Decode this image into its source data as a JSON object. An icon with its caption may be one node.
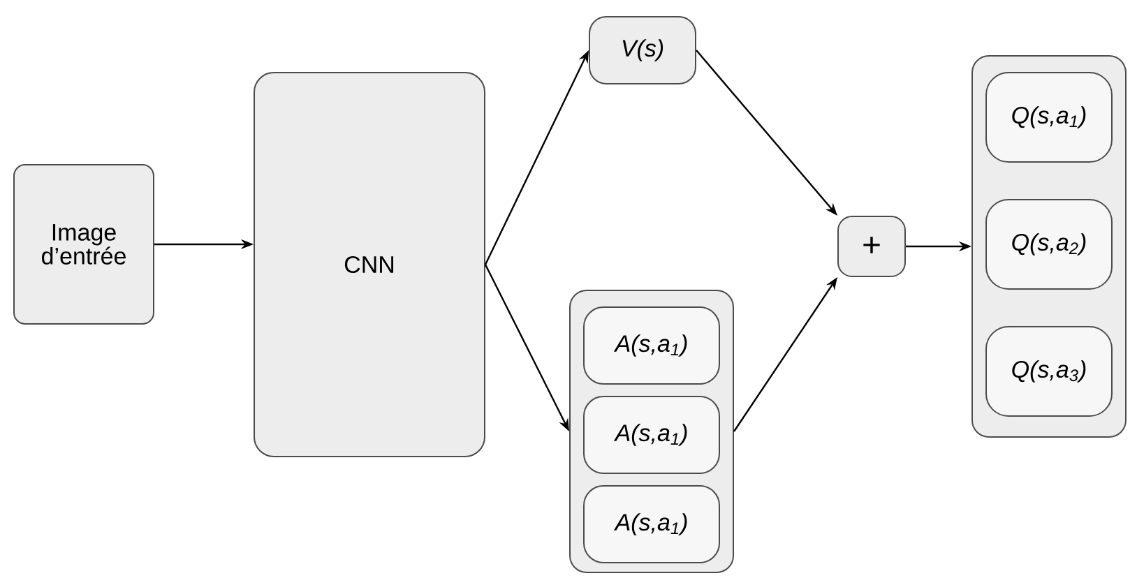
{
  "diagram": {
    "nodes": [
      {
        "text": [
          "Image d’entrée"
        ]
      },
      {
        "text": [
          "CNN"
        ]
      },
      {
        "text": [
          "V(s)"
        ]
      },
      {
        "text": [],
        "shape": "box"
      },
      {
        "text": [
          "A(s,a$_{1}$)"
        ],
        "in": 3
      },
      {
        "text": [
          "A(s,a$_{1}$)"
        ],
        "in": 3
      },
      {
        "text": [
          "A(s,a$_{1}$)"
        ],
        "in": 3
      },
      {
        "text": [
          "+"
        ]
      },
      {
        "text": [],
        "shape": "box"
      },
      {
        "text": [
          "Q(s,a$_{1}$)"
        ],
        "in": 8
      },
      {
        "text": [
          "Q(s,a$_{2}$)"
        ],
        "in": 8
      },
      {
        "text": [
          "Q(s,a$_{3}$)"
        ],
        "in": 8
      }
    ],
    "edges": [
      {
        "from": 0,
        "to": 1,
        "arrow": "to"
      },
      {
        "from": 1,
        "to": 2,
        "arrow": "to"
      },
      {
        "from": 1,
        "to": 3,
        "arrow": "to"
      },
      {
        "from": 2,
        "to": 7,
        "arrow": "to"
      },
      {
        "from": 3,
        "to": 7,
        "arrow": "to"
      },
      {
        "from": 7,
        "to": 8,
        "arrow": "to"
      }
    ]
  }
}
